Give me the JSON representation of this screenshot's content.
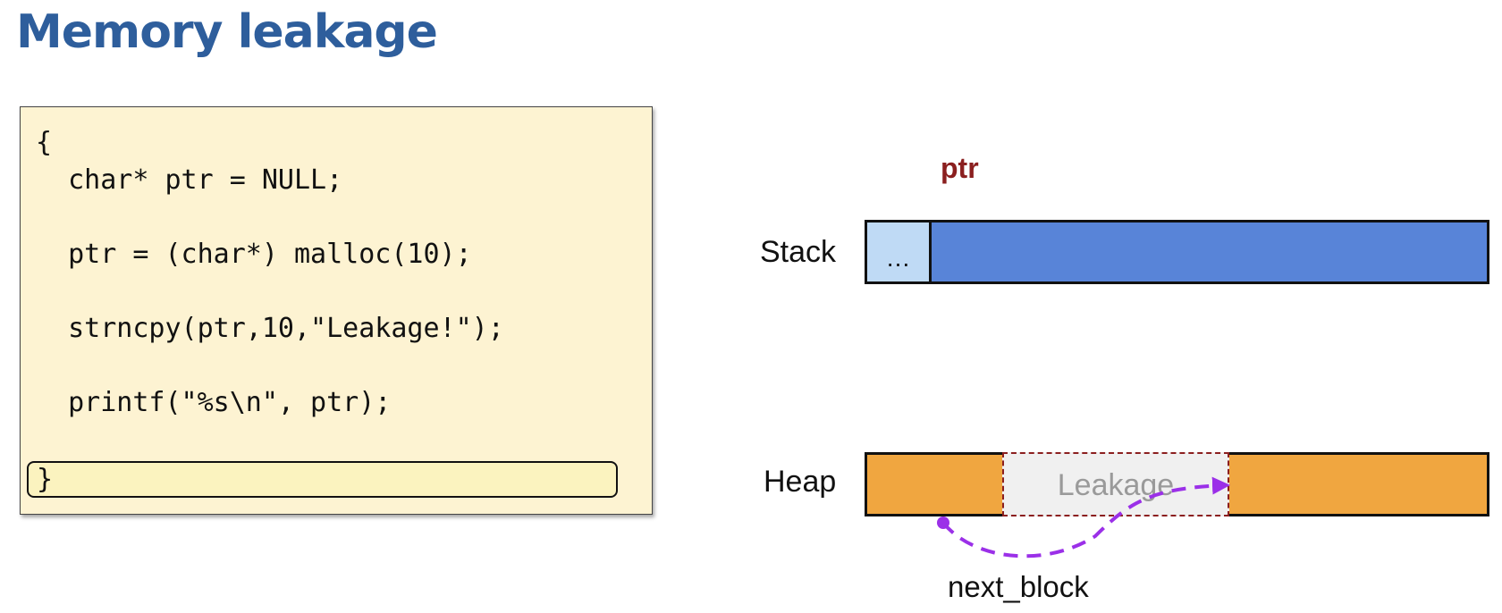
{
  "title": "Memory leakage",
  "code": {
    "lines": [
      "{",
      "  char* ptr = NULL;",
      "  ptr = (char*) malloc(10);",
      "  strncpy(ptr,10,\"Leakage!\");",
      "  printf(\"%s\\n\", ptr);",
      "}"
    ]
  },
  "diagram": {
    "ptr_label": "ptr",
    "stack_label": "Stack",
    "stack_cell_text": "…",
    "heap_label": "Heap",
    "leak_label": "Leakage",
    "next_block_label": "next_block"
  },
  "colors": {
    "title": "#2e5e9c",
    "code_background": "#fdf3d2",
    "stack_fill": "#5884d8",
    "stack_cell_fill": "#bfdaf5",
    "heap_fill": "#f0a640",
    "leak_fill": "#f0f0f0",
    "leak_border": "#8b1f1f",
    "ptr_label": "#8b1f1f",
    "arrow": "#9b30e8"
  }
}
